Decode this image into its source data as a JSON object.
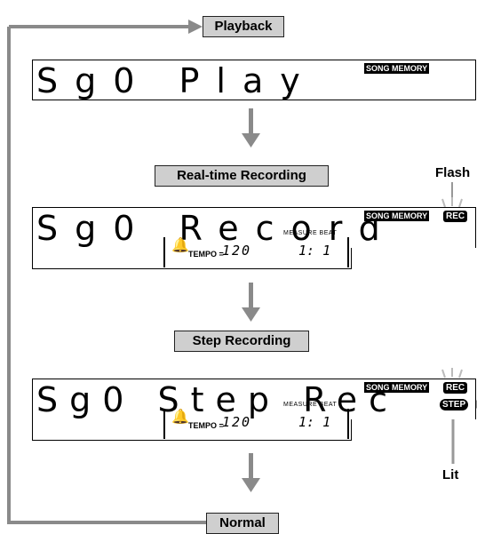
{
  "labels": {
    "playback": "Playback",
    "realtime": "Real-time Recording",
    "step": "Step Recording",
    "normal": "Normal",
    "flash": "Flash",
    "lit": "Lit"
  },
  "displays": {
    "playback": {
      "text": "Sg0 Play",
      "song_memory": "SONG MEMORY"
    },
    "realtime": {
      "text": "Sg0 Record",
      "song_memory": "SONG MEMORY",
      "rec": "REC",
      "tempo_label": "TEMPO =",
      "tempo_value": "120",
      "measure_beat_label": "MEASURE  BEAT",
      "measure_beat_value": "1: 1"
    },
    "step": {
      "text": "Sg0 Step Rec",
      "song_memory": "SONG MEMORY",
      "rec": "REC",
      "step": "STEP",
      "tempo_label": "TEMPO =",
      "tempo_value": "120",
      "measure_beat_label": "MEASURE  BEAT",
      "measure_beat_value": "1: 1"
    }
  },
  "colors": {
    "label_fill": "#cfcfcf",
    "arrow": "#8a8a8a",
    "lcd_border": "#000000"
  }
}
